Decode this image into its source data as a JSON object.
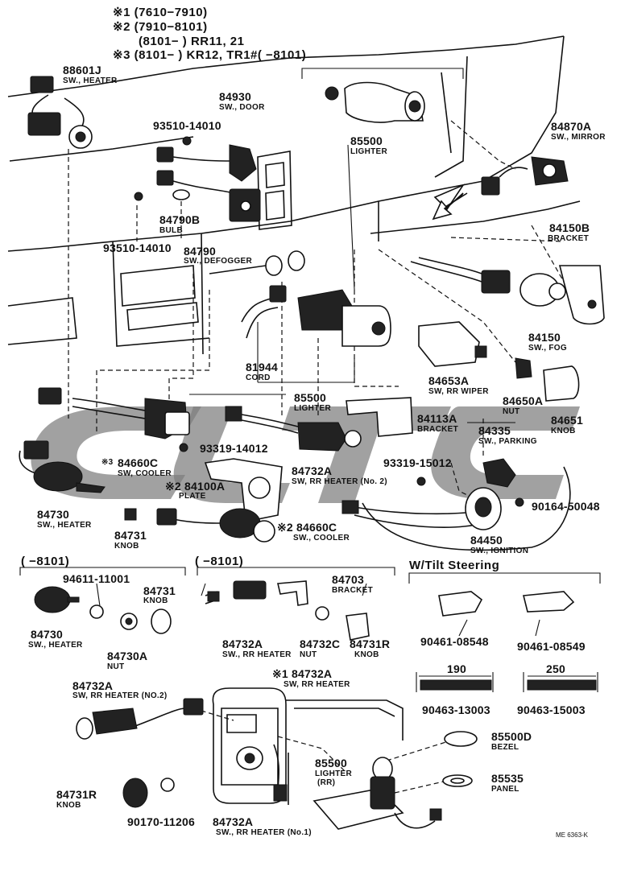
{
  "notes": {
    "n1": "※1 (7610−7910)",
    "n2": "※2 (7910−8101)",
    "n2b": "(8101−         ) RR11, 21",
    "n3": "※3 (8101−         ) KR12, TR1#(          −8101)"
  },
  "sections": {
    "left_range": "(       −8101)",
    "mid_range": "(       −8101)",
    "tilt": "W/Tilt Steering"
  },
  "dimensions": {
    "d190": "190",
    "d250": "250"
  },
  "footer_code": "ME 6363-K",
  "callouts": {
    "c88601J": {
      "pn": "88601J",
      "nm": "SW., HEATER"
    },
    "c84930": {
      "pn": "84930",
      "nm": "SW., DOOR"
    },
    "c93510a": {
      "pn": "93510-14010"
    },
    "c84790B": {
      "pn": "84790B",
      "nm": "BULB"
    },
    "c93510b": {
      "pn": "93510-14010"
    },
    "c84790": {
      "pn": "84790",
      "nm": "SW., DEFOGGER"
    },
    "c85500top": {
      "pn": "85500",
      "nm": "LIGHTER"
    },
    "c84870A": {
      "pn": "84870A",
      "nm": "SW., MIRROR"
    },
    "c84150B": {
      "pn": "84150B",
      "nm": "BRACKET"
    },
    "c84150": {
      "pn": "84150",
      "nm": "SW., FOG"
    },
    "c81944": {
      "pn": "81944",
      "nm": "CORD"
    },
    "c85500mid": {
      "pn": "85500",
      "nm": "LIGHTER"
    },
    "c84653A": {
      "pn": "84653A",
      "nm": "SW, RR WIPER"
    },
    "c84650A": {
      "pn": "84650A",
      "nm": "NUT"
    },
    "c84651": {
      "pn": "84651",
      "nm": "KNOB"
    },
    "c84113A": {
      "pn": "84113A",
      "nm": "BRACKET"
    },
    "c84335": {
      "pn": "84335",
      "nm": "SW., PARKING"
    },
    "c93319a": {
      "pn": "93319-14012"
    },
    "c84660C3": {
      "mk": "※3",
      "pn": "84660C",
      "nm": "SW, COOLER"
    },
    "c84732A1": {
      "pn": "84732A",
      "nm": "SW, RR HEATER (No. 2)"
    },
    "c93319b": {
      "pn": "93319-15012"
    },
    "c84100A": {
      "pn": "※2 84100A",
      "nm": "PLATE"
    },
    "c90164": {
      "pn": "90164-50048"
    },
    "c84730a": {
      "pn": "84730",
      "nm": "SW., HEATER"
    },
    "c84660C2": {
      "pn": "※2 84660C",
      "nm": "SW., COOLER"
    },
    "c84731a": {
      "pn": "84731",
      "nm": "KNOB"
    },
    "c84450": {
      "pn": "84450",
      "nm": "SW., IGNITION"
    },
    "c94611": {
      "pn": "94611-11001"
    },
    "c84731b": {
      "pn": "84731",
      "nm": "KNOB"
    },
    "c84730b": {
      "pn": "84730",
      "nm": "SW., HEATER"
    },
    "c84730A": {
      "pn": "84730A",
      "nm": "NUT"
    },
    "c84703": {
      "pn": "84703",
      "nm": "BRACKET"
    },
    "c84732A2": {
      "pn": "84732A",
      "nm": "SW., RR HEATER"
    },
    "c84732C": {
      "pn": "84732C",
      "nm": "NUT"
    },
    "c84731R1": {
      "pn": "84731R",
      "nm": "KNOB"
    },
    "c84732A3": {
      "pn": "※1 84732A",
      "nm": "SW, RR HEATER"
    },
    "c90461a": {
      "pn": "90461-08548"
    },
    "c90461b": {
      "pn": "90461-08549"
    },
    "c90463a": {
      "pn": "90463-13003"
    },
    "c90463b": {
      "pn": "90463-15003"
    },
    "c84732A4": {
      "pn": "84732A",
      "nm": "SW, RR HEATER (NO.2)"
    },
    "c85500D": {
      "pn": "85500D",
      "nm": "BEZEL"
    },
    "c85500rr": {
      "pn": "85500",
      "nm": "LIGHTER",
      "nm2": "(RR)"
    },
    "c85535": {
      "pn": "85535",
      "nm": "PANEL"
    },
    "c84731R2": {
      "pn": "84731R",
      "nm": "KNOB"
    },
    "c90170": {
      "pn": "90170-11206"
    },
    "c84732A5": {
      "pn": "84732A",
      "nm": "SW., RR HEATER (No.1)"
    }
  }
}
